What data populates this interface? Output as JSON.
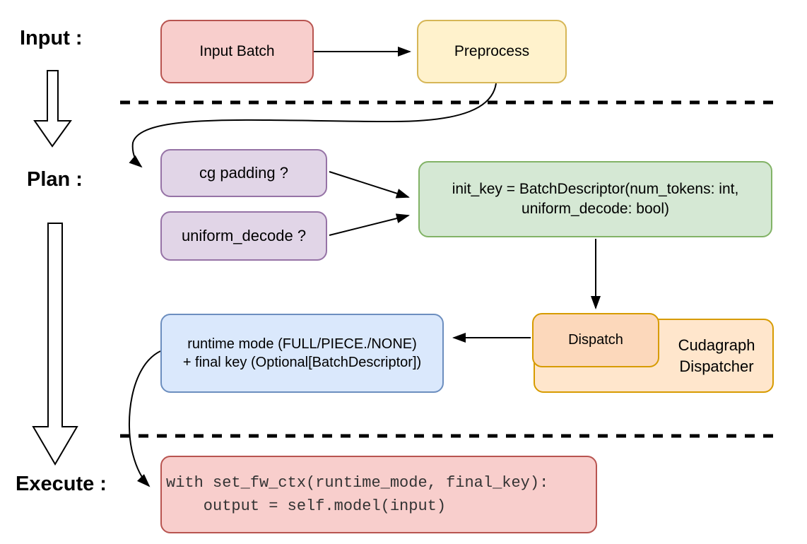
{
  "diagram": {
    "stage_labels": {
      "input": "Input :",
      "plan": "Plan :",
      "execute": "Execute :"
    },
    "nodes": {
      "input_batch": {
        "label": "Input Batch",
        "fill": "#f8cecc",
        "stroke": "#b85450"
      },
      "preprocess": {
        "label": "Preprocess",
        "fill": "#fff2cc",
        "stroke": "#d6b656"
      },
      "cg_padding": {
        "label": "cg padding ?",
        "fill": "#e1d5e7",
        "stroke": "#9673a6"
      },
      "uniform_decode": {
        "label": "uniform_decode ?",
        "fill": "#e1d5e7",
        "stroke": "#9673a6"
      },
      "init_key": {
        "lines": [
          "init_key = BatchDescriptor(num_tokens: int,",
          "uniform_decode: bool)"
        ],
        "fill": "#d5e8d4",
        "stroke": "#82b366"
      },
      "runtime_final": {
        "lines": [
          "runtime mode (FULL/PIECE./NONE)",
          "+ final key (Optional[BatchDescriptor])"
        ],
        "fill": "#dae8fc",
        "stroke": "#6c8ebf"
      },
      "dispatch": {
        "label": "Dispatch",
        "fill": "#fcd8bb",
        "stroke": "#d79b00"
      },
      "cudagraph_dispatcher": {
        "lines": [
          "Cudagraph",
          "Dispatcher"
        ],
        "fill": "#ffe6cc",
        "stroke": "#d79b00"
      },
      "execute_code": {
        "lines": [
          "with set_fw_ctx(runtime_mode, final_key):",
          "    output = self.model(input)"
        ],
        "fill": "#f8cecc",
        "stroke": "#b85450"
      }
    }
  }
}
